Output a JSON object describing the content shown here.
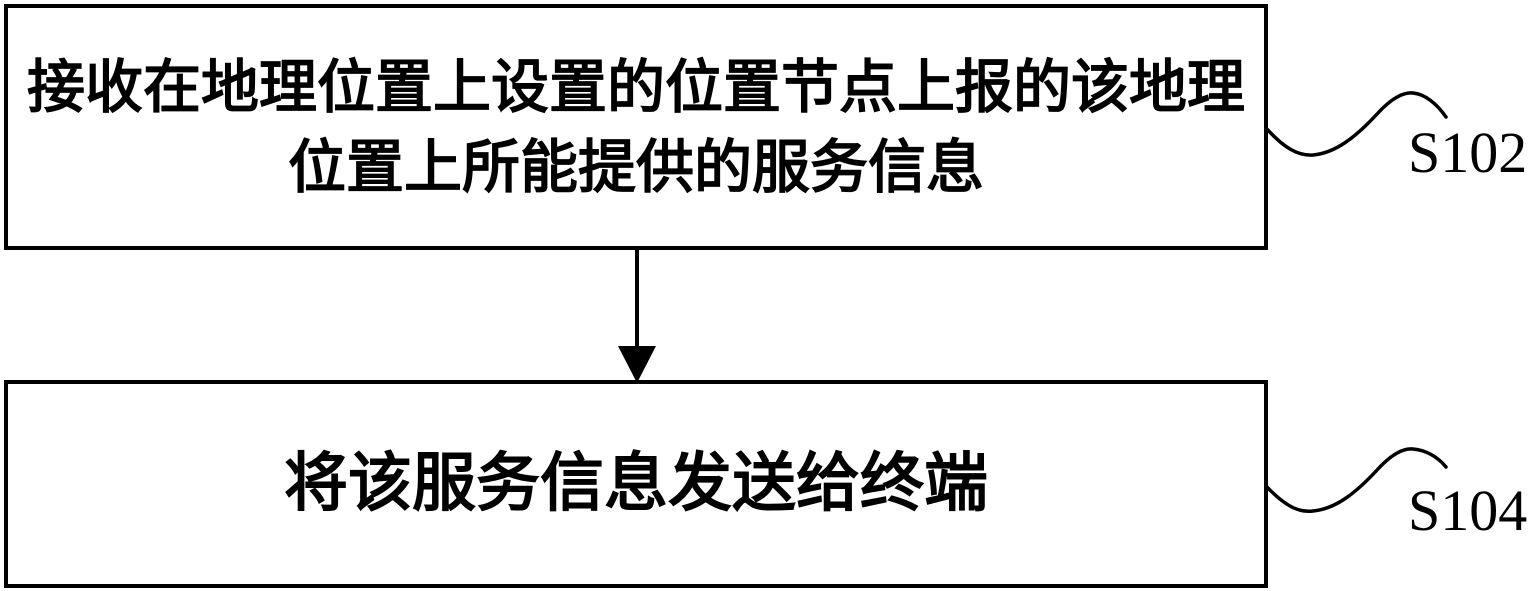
{
  "page": {
    "colors": {
      "background": "#ffffff",
      "ink": "#000000"
    }
  },
  "flowchart": {
    "steps": [
      {
        "id": "step-1",
        "lines": {
          "0": "接收在地理位置上设置的位置节点上报的该地理",
          "1": "位置上所能提供的服务信息"
        },
        "label": "S102"
      },
      {
        "id": "step-2",
        "lines": {
          "0": "将该服务信息发送给终端"
        },
        "label": "S104"
      }
    ],
    "connector_arrow": "down-arrow"
  }
}
